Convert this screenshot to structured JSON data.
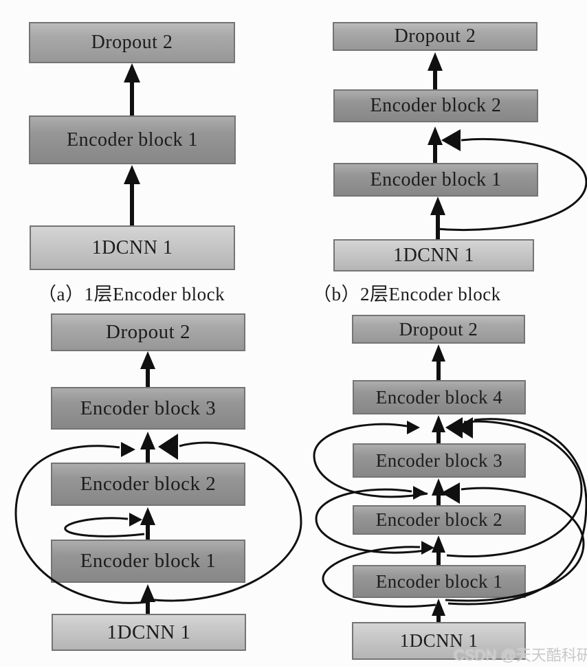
{
  "figure": {
    "description": "Four block diagrams of 1DCNN + stacked Encoder blocks with dense skip connections",
    "panels": {
      "a": {
        "caption": "（a）1层Encoder block",
        "boxes": [
          "Dropout 2",
          "Encoder block 1",
          "1DCNN 1"
        ],
        "skip_connections": 0
      },
      "b": {
        "caption": "（b）2层Encoder block",
        "boxes": [
          "Dropout 2",
          "Encoder block 2",
          "Encoder block 1",
          "1DCNN 1"
        ],
        "skip_connections": 1
      },
      "c": {
        "caption": "",
        "boxes": [
          "Dropout 2",
          "Encoder block 3",
          "Encoder block 2",
          "Encoder block 1",
          "1DCNN 1"
        ],
        "skip_connections": 3
      },
      "d": {
        "caption": "",
        "boxes": [
          "Dropout 2",
          "Encoder block 4",
          "Encoder block 3",
          "Encoder block 2",
          "Encoder block 1",
          "1DCNN 1"
        ],
        "skip_connections": 6
      }
    }
  },
  "watermark": "CSDN @天天酷科研",
  "colors": {
    "canvas-bg": "#fcfcfc",
    "dropout-fill": "#a8a8a8",
    "encoder-fill": "#969696",
    "cnn-fill": "#c9c9c9",
    "box-border": "#747474",
    "arrow": "#101010",
    "text": "#1c1c1c",
    "watermark-color": "#c8c8c8"
  }
}
